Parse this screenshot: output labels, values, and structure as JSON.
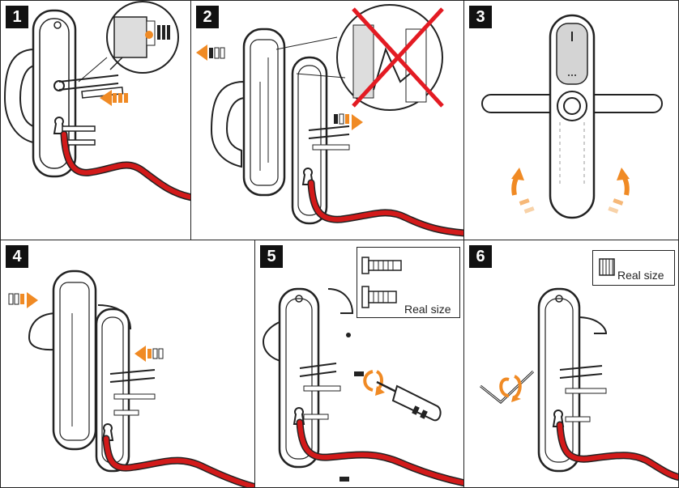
{
  "steps": [
    {
      "number": "1"
    },
    {
      "number": "2"
    },
    {
      "number": "3"
    },
    {
      "number": "4"
    },
    {
      "number": "5"
    },
    {
      "number": "6"
    }
  ],
  "step5": {
    "real_size_label": "Real size"
  },
  "step6": {
    "real_size_label": "Real size"
  },
  "colors": {
    "cable": "#d21a1a",
    "arrow": "#f08a24",
    "cross": "#e31b23",
    "outline": "#222222"
  }
}
